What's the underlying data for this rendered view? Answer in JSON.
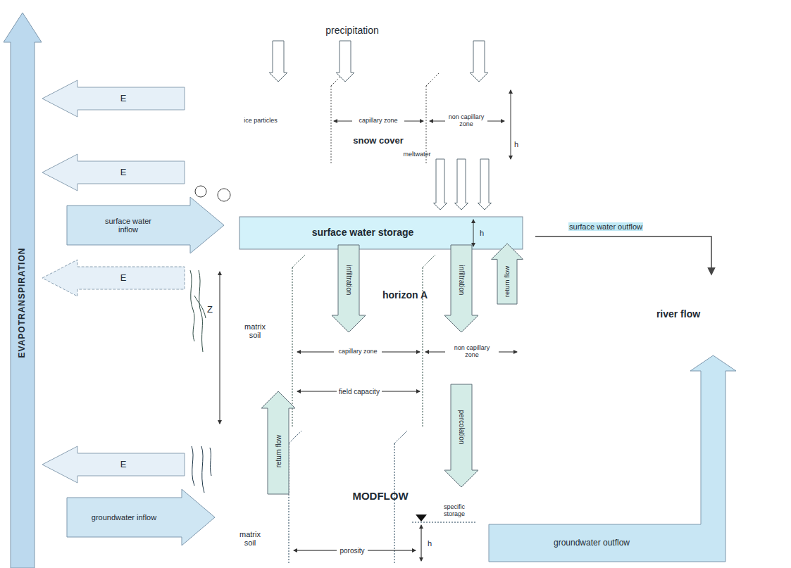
{
  "diagram": {
    "nodes": [
      {
        "text": [
          "precipitation"
        ]
      },
      {
        "text": [
          "snow cover",
          "ice particles",
          "capillary zone",
          "non capillary zone",
          "h",
          "meltwater"
        ]
      },
      {
        "text": [
          "surface water storage",
          "h"
        ]
      },
      {
        "text": [
          "horizon A",
          "Z",
          "matrix soil",
          "capillary zone",
          "non capillary zone",
          "field capacity"
        ]
      },
      {
        "text": [
          "MODFLOW",
          "matrix soil",
          "porosity",
          "specific storage",
          "h"
        ]
      },
      {
        "text": [
          "river flow"
        ]
      }
    ],
    "edges": [
      {
        "from": 0,
        "to": 1,
        "arrow": "to"
      },
      {
        "from": 0,
        "to": 1,
        "arrow": "to"
      },
      {
        "from": 0,
        "to": 1,
        "arrow": "to"
      },
      {
        "from": 1,
        "to": 2,
        "arrow": "to"
      },
      {
        "from": 1,
        "to": 2,
        "arrow": "to"
      },
      {
        "from": 1,
        "to": 2,
        "arrow": "to"
      },
      {
        "from": 2,
        "to": 3,
        "label": "infiltration",
        "arrow": "to"
      },
      {
        "from": 2,
        "to": 3,
        "label": "infiltration",
        "arrow": "to"
      },
      {
        "from": 3,
        "to": 2,
        "label": "return flow",
        "arrow": "to"
      },
      {
        "from": 3,
        "to": 4,
        "label": "percolation",
        "arrow": "to"
      },
      {
        "from": 4,
        "to": 3,
        "label": "return flow",
        "arrow": "to"
      },
      {
        "from": 2,
        "to": 5,
        "label": "surface water outflow",
        "arrow": "to"
      },
      {
        "from": 4,
        "to": 5,
        "label": "groundwater outflow",
        "arrow": "to"
      }
    ],
    "labels": [
      "EVAPOTRANSPIRATION",
      "E",
      "E",
      "E",
      "E",
      "surface water inflow",
      "groundwater inflow"
    ]
  }
}
